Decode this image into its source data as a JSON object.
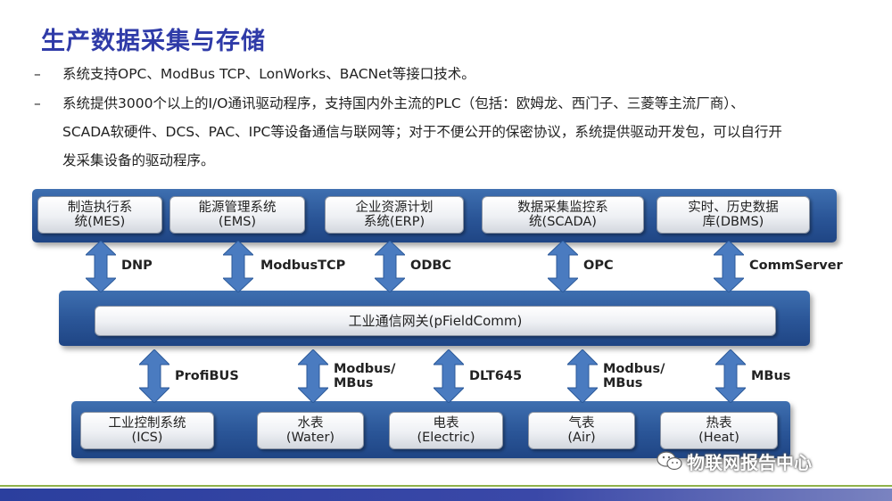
{
  "title": "生产数据采集与存储",
  "bullets": [
    {
      "dash": "–",
      "lines": [
        "系统支持OPC、ModBus TCP、LonWorks、BACNet等接口技术。"
      ]
    },
    {
      "dash": "–",
      "lines": [
        "系统提供3000个以上的I/O通讯驱动程序，支持国内外主流的PLC（包括：欧姆龙、西门子、三菱等主流厂商）、",
        "SCADA软硬件、DCS、PAC、IPC等设备通信与联网等；对于不便公开的保密协议，系统提供驱动开发包，可以自行开",
        "发采集设备的驱动程序。"
      ]
    }
  ],
  "top_systems": [
    "制造执行系\n统(MES)",
    "能源管理系统\n(EMS)",
    "企业资源计划\n系统(ERP)",
    "数据采集监控系\n统(SCADA)",
    "实时、历史数据\n库(DBMS)"
  ],
  "top_protocols": [
    "DNP",
    "ModbusTCP",
    "ODBC",
    "OPC",
    "CommServer"
  ],
  "gateway": "工业通信网关(pFieldComm)",
  "bottom_protocols": [
    "ProfiBUS",
    "Modbus/\nMBus",
    "DLT645",
    "Modbus/\nMBus",
    "MBus"
  ],
  "bottom_devices": [
    "工业控制系统\n(ICS)",
    "水表\n(Water)",
    "电表\n(Electric)",
    "气表\n(Air)",
    "热表\n(Heat)"
  ],
  "watermark": "物联网报告中心",
  "colors": {
    "title": "#2f3ba8",
    "band": "#2a5597",
    "arrow": "#4a7bc0",
    "bottom_bar": "#2b3f9e"
  }
}
